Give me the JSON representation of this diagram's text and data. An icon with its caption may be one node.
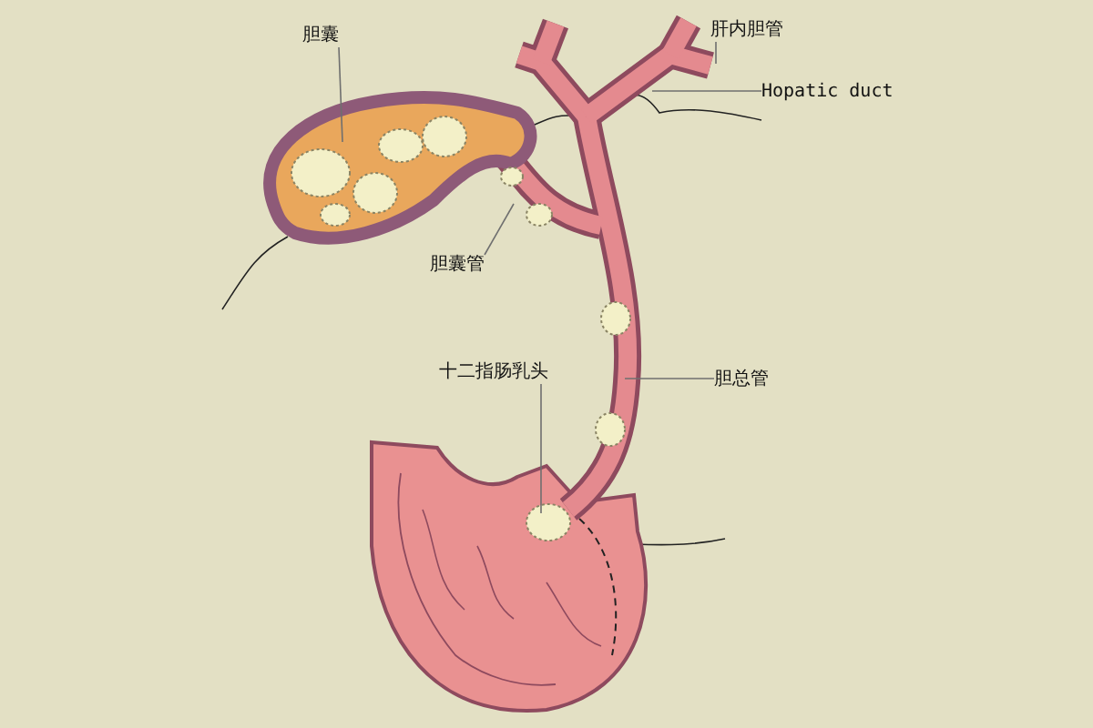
{
  "diagram": {
    "nodes": [
      {
        "text": [
          "胆囊"
        ]
      },
      {
        "text": [
          "肝内胆管"
        ]
      },
      {
        "text": [
          "Hopatic duct"
        ]
      },
      {
        "text": [
          "胆囊管"
        ]
      },
      {
        "text": [
          "十二指肠乳头"
        ]
      },
      {
        "text": [
          "胆总管"
        ]
      }
    ],
    "edges": [
      {
        "from": 0,
        "to": null,
        "arrow": "none"
      },
      {
        "from": 1,
        "to": null,
        "arrow": "none"
      },
      {
        "from": 2,
        "to": null,
        "arrow": "none"
      },
      {
        "from": 3,
        "to": null,
        "arrow": "none"
      },
      {
        "from": 4,
        "to": null,
        "arrow": "none"
      },
      {
        "from": 5,
        "to": null,
        "arrow": "none"
      }
    ]
  }
}
